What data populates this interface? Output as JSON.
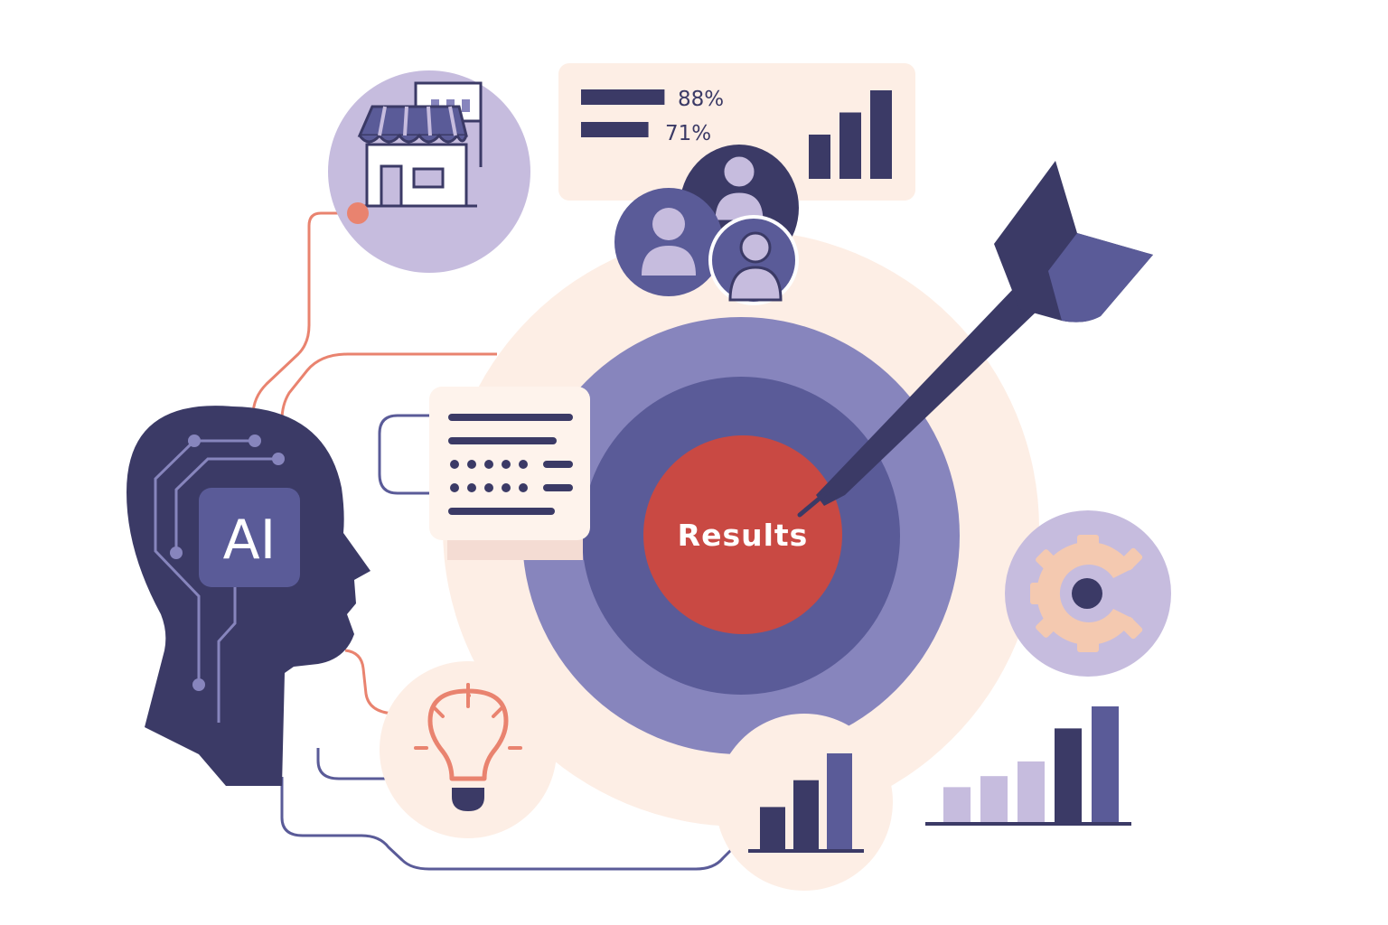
{
  "colors": {
    "navy": "#3b3a66",
    "indigo": "#5a5b98",
    "periwinkle": "#8785bd",
    "lavender": "#c6bcde",
    "peach": "#fdeee5",
    "coral": "#e9836f",
    "red": "#c94943",
    "cream": "#fef3ec"
  },
  "stats_card": {
    "bars": [
      {
        "value": 88,
        "label": "88%"
      },
      {
        "value": 71,
        "label": "71%"
      }
    ],
    "mini_chart_values": [
      2,
      3,
      4
    ]
  },
  "target": {
    "label": "Results"
  },
  "head": {
    "badge_label": "AI"
  },
  "bottom_chart": {
    "values": [
      1,
      1.3,
      1.7,
      2.6,
      3.2
    ]
  },
  "bubble_chart": {
    "values": [
      1.8,
      2.9,
      4
    ]
  },
  "icons": [
    "store-icon",
    "users-icon",
    "document-icon",
    "lightbulb-icon",
    "gear-icon",
    "dart-icon",
    "ai-head-icon"
  ]
}
